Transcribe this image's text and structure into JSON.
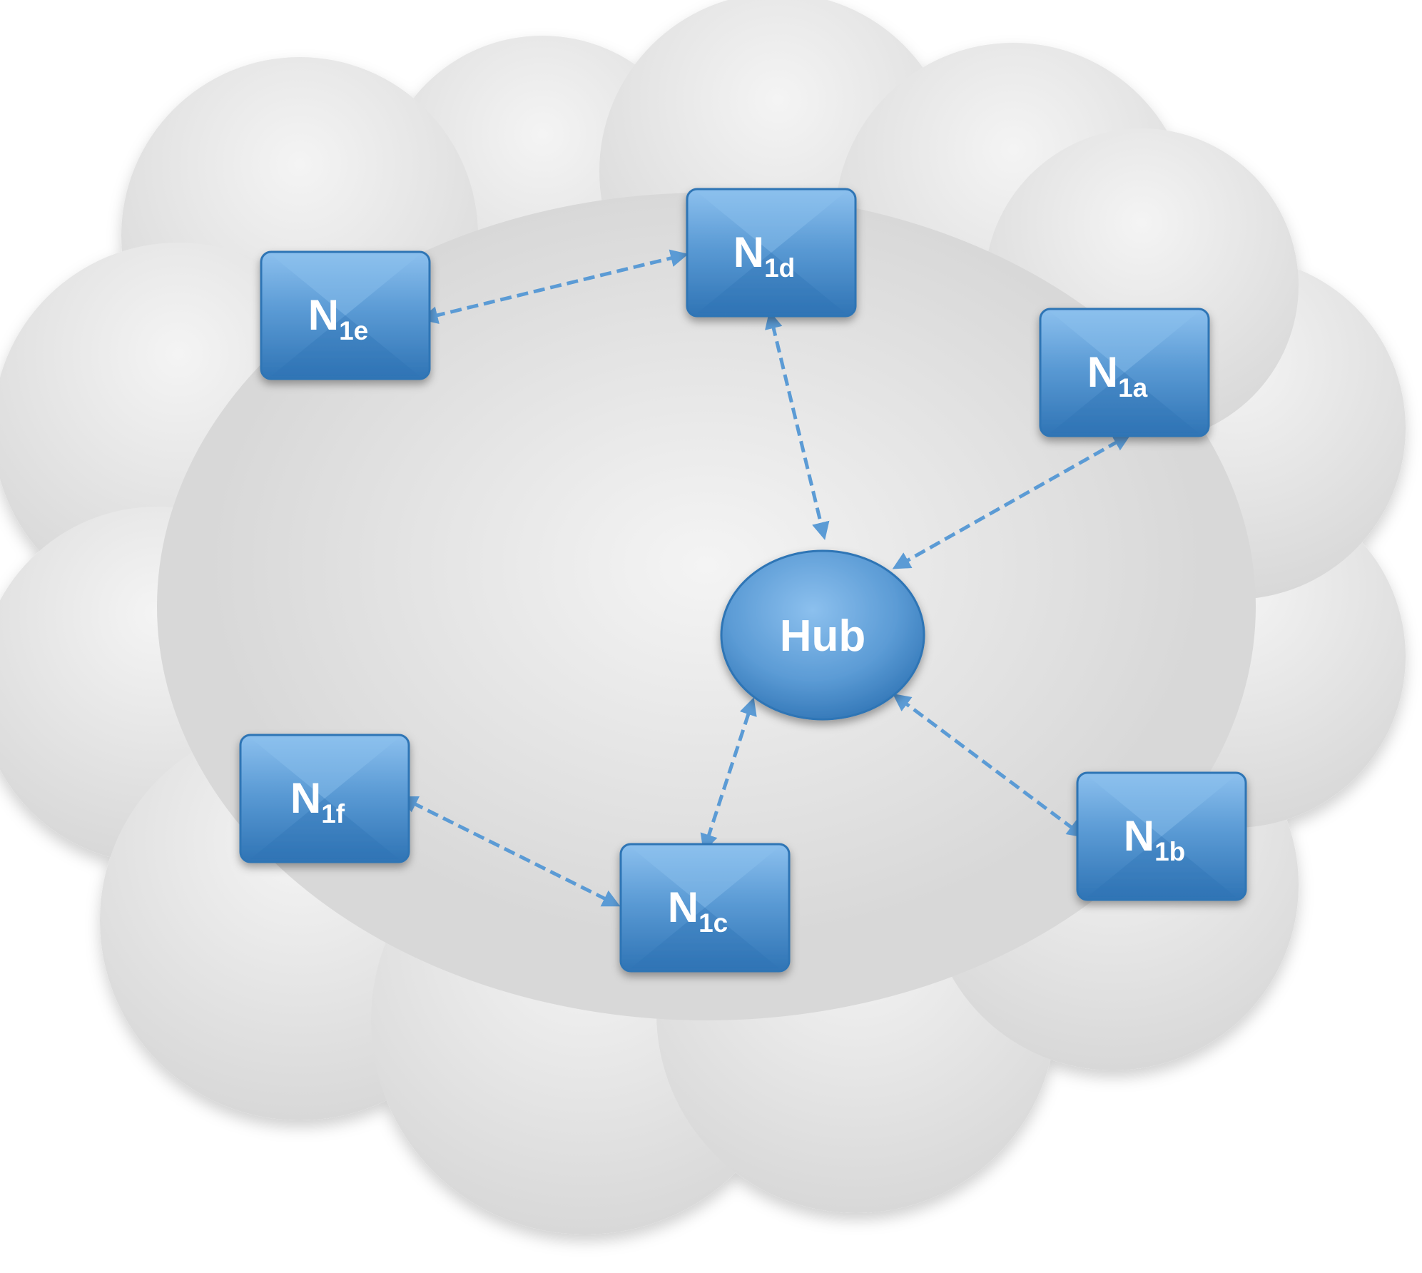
{
  "diagram": {
    "colors": {
      "cloud_fill": "#d8d8d8",
      "cloud_highlight": "#f4f4f4",
      "node_fill": "#5b9bd5",
      "node_light": "#8cc0ee",
      "node_dark": "#2f74b5",
      "link": "#5b9bd5",
      "label": "#ffffff"
    },
    "nodes": [
      {
        "id": "hub",
        "shape": "ellipse",
        "label": "Hub",
        "sub": ""
      },
      {
        "id": "n1a",
        "shape": "rect",
        "label": "N",
        "sub": "1a"
      },
      {
        "id": "n1b",
        "shape": "rect",
        "label": "N",
        "sub": "1b"
      },
      {
        "id": "n1c",
        "shape": "rect",
        "label": "N",
        "sub": "1c"
      },
      {
        "id": "n1d",
        "shape": "rect",
        "label": "N",
        "sub": "1d"
      },
      {
        "id": "n1e",
        "shape": "rect",
        "label": "N",
        "sub": "1e"
      },
      {
        "id": "n1f",
        "shape": "rect",
        "label": "N",
        "sub": "1f"
      }
    ],
    "edges": [
      {
        "from": "n1e",
        "to": "n1d",
        "bidirectional": true,
        "style": "dashed"
      },
      {
        "from": "n1d",
        "to": "hub",
        "bidirectional": true,
        "style": "dashed"
      },
      {
        "from": "n1a",
        "to": "hub",
        "bidirectional": true,
        "style": "dashed"
      },
      {
        "from": "n1b",
        "to": "hub",
        "bidirectional": true,
        "style": "dashed"
      },
      {
        "from": "n1c",
        "to": "hub",
        "bidirectional": true,
        "style": "dashed"
      },
      {
        "from": "n1f",
        "to": "n1c",
        "bidirectional": true,
        "style": "dashed"
      }
    ]
  }
}
